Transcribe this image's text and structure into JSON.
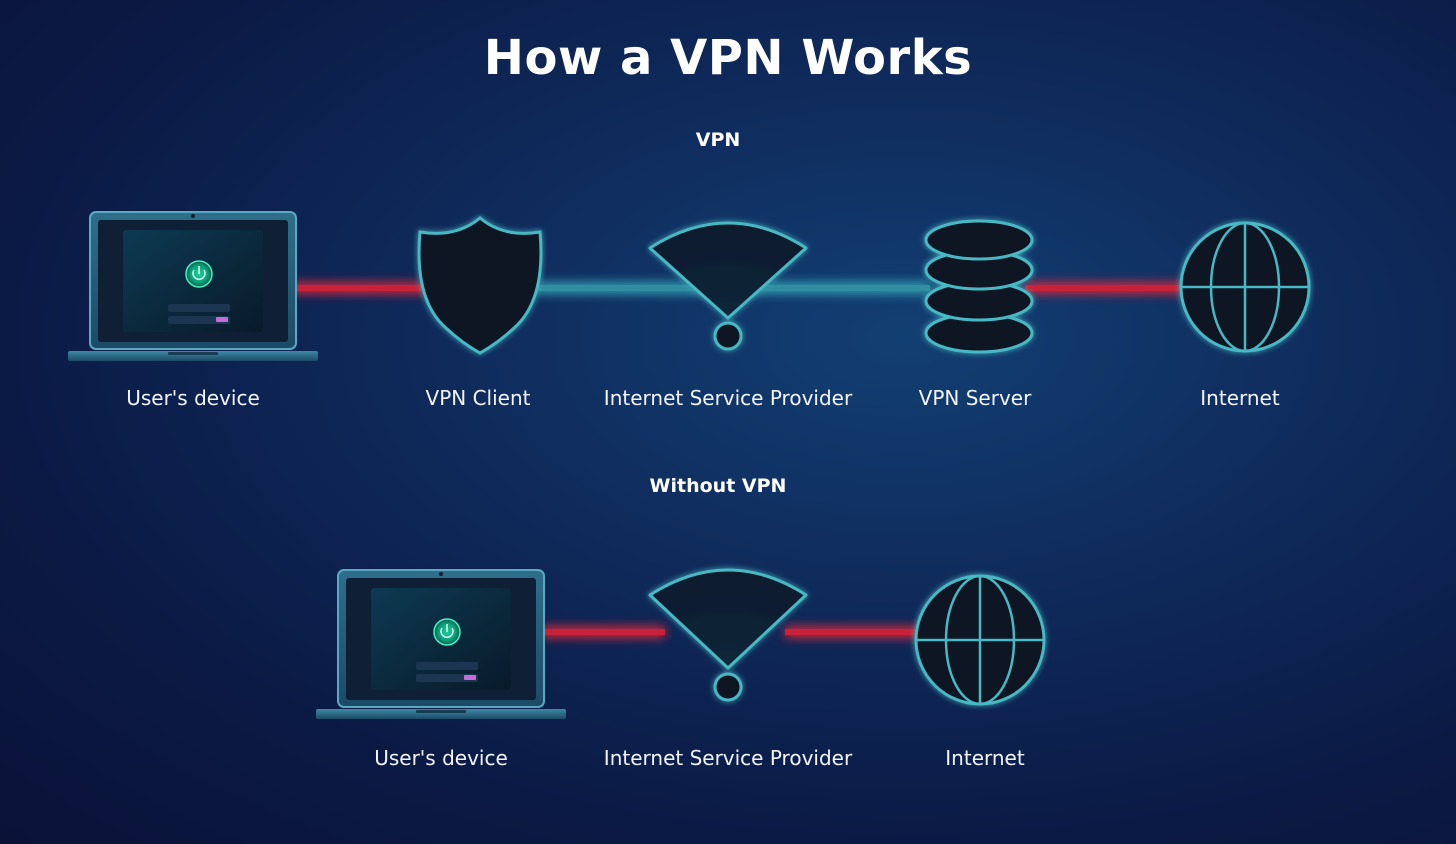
{
  "title": "How a VPN Works",
  "sections": {
    "vpn": {
      "label": "VPN",
      "nodes": [
        "User's device",
        "VPN Client",
        "Internet Service Provider",
        "VPN Server",
        "Internet"
      ]
    },
    "without_vpn": {
      "label": "Without VPN",
      "nodes": [
        "User's device",
        "Internet Service Provider",
        "Internet"
      ]
    }
  },
  "colors": {
    "unencrypted_link": "#e0263a",
    "encrypted_link": "#3bb6c6",
    "icon_outline": "#47b8c4",
    "background": "#0f2b5c"
  },
  "icons": [
    "laptop-icon",
    "shield-icon",
    "wifi-icon",
    "database-icon",
    "globe-icon"
  ]
}
